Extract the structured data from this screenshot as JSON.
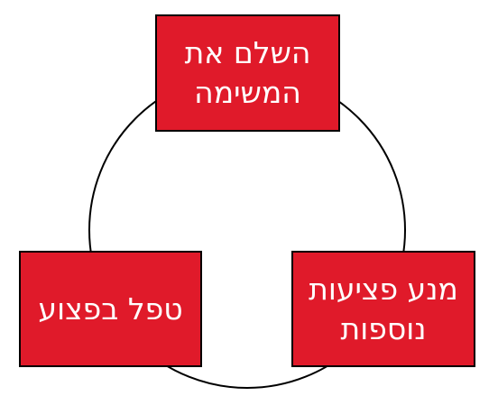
{
  "diagram": {
    "type": "cycle",
    "colors": {
      "box_fill": "#e01a2a",
      "box_border": "#000000",
      "box_text": "#ffffff",
      "circle_stroke": "#000000",
      "background": "#ffffff"
    },
    "steps": [
      {
        "line1": "השלם את",
        "line2": "המשימה"
      },
      {
        "line1": "מנע פציעות",
        "line2": "נוספות"
      },
      {
        "line1": "טפל בפצוע",
        "line2": ""
      }
    ]
  }
}
